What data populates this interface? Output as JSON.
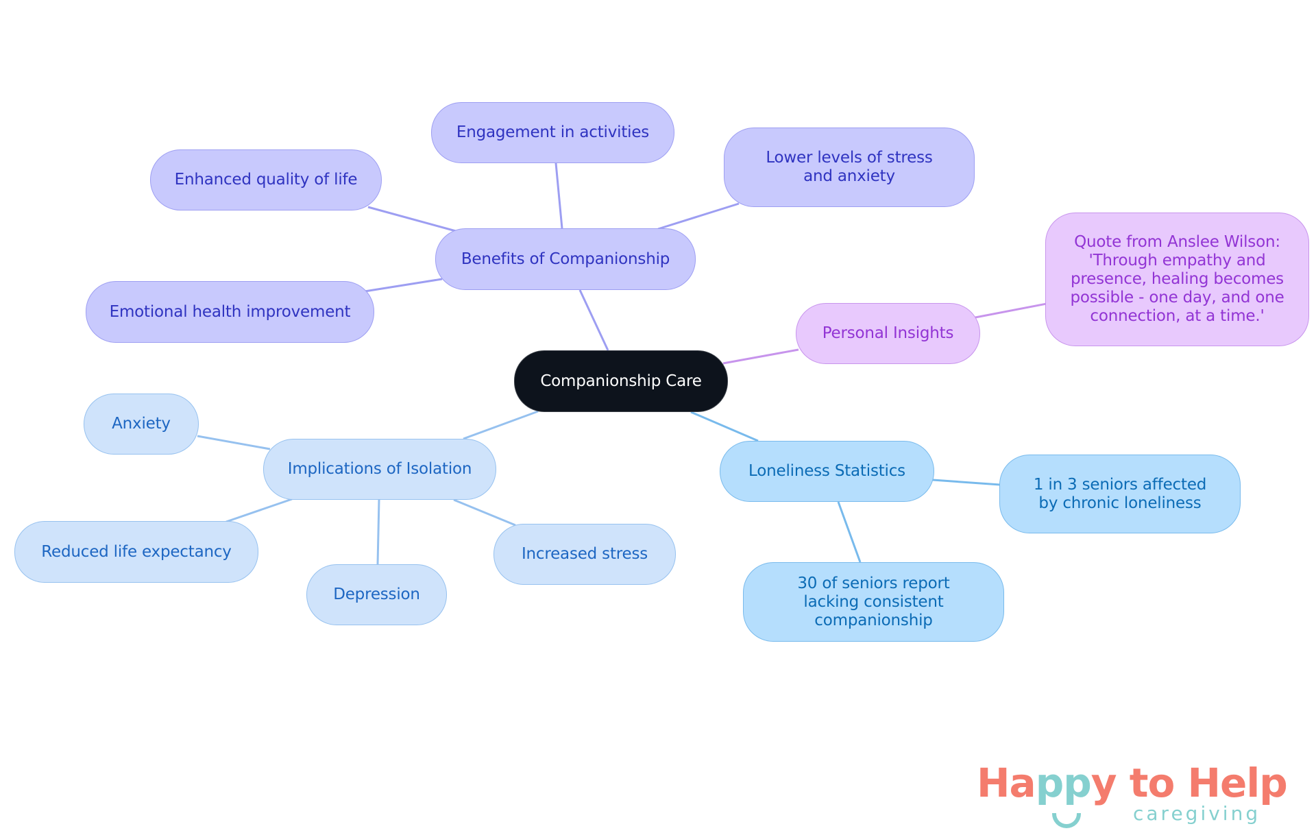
{
  "diagram": {
    "type": "mind-map",
    "colors": {
      "center_bg": "#0d131c",
      "benefits": "#c8c9fd",
      "benefits_text": "#2f33c0",
      "benefits_edge": "#9d9ef2",
      "insights": "#e8c9fd",
      "insights_text": "#9234d4",
      "insights_edge": "#c794ec",
      "isolation": "#cfe3fb",
      "isolation_text": "#1d66c2",
      "isolation_edge": "#96c1ef",
      "stats": "#b5defd",
      "stats_text": "#0b6bb5",
      "stats_edge": "#78baec"
    },
    "center": {
      "label": "Companionship Care"
    },
    "branches": {
      "benefits": {
        "label": "Benefits of Companionship",
        "children": [
          "Engagement in activities",
          "Enhanced quality of life",
          "Lower levels of stress and anxiety",
          "Emotional health improvement"
        ]
      },
      "insights": {
        "label": "Personal Insights",
        "children": [
          "Quote from Anslee Wilson: 'Through empathy and presence, healing becomes possible - one day, and one connection, at a time.'"
        ]
      },
      "isolation": {
        "label": "Implications of Isolation",
        "children": [
          "Anxiety",
          "Reduced life expectancy",
          "Depression",
          "Increased stress"
        ]
      },
      "stats": {
        "label": "Loneliness Statistics",
        "children": [
          "1 in 3 seniors affected by chronic loneliness",
          "30 of seniors report lacking consistent companionship"
        ]
      }
    }
  },
  "logo": {
    "word1_a": "Ha",
    "word1_b": "pp",
    "word1_c": "y",
    "word2": " to Help",
    "tagline": "caregiving",
    "coral": "#f47c6d",
    "teal": "#85d0cf"
  }
}
